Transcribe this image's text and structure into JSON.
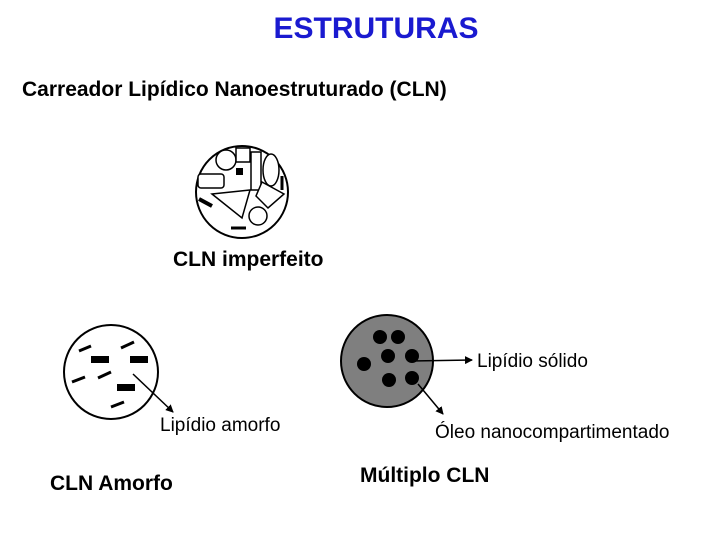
{
  "title": "ESTRUTURAS",
  "subtitle": "Carreador Lipídico Nanoestruturado (CLN)",
  "labels": {
    "imperfeito": "CLN imperfeito",
    "lipidio_solido": "Lipídio sólido",
    "lipidio_amorfo": "Lipídio amorfo",
    "oleo": "Óleo nanocompartimentado",
    "cln_amorfo": "CLN Amorfo",
    "multiplo": "Múltiplo CLN"
  },
  "colors": {
    "title": "#1a1ad0",
    "multiplo_fill": "#7f7f7f",
    "ink": "#000000"
  }
}
